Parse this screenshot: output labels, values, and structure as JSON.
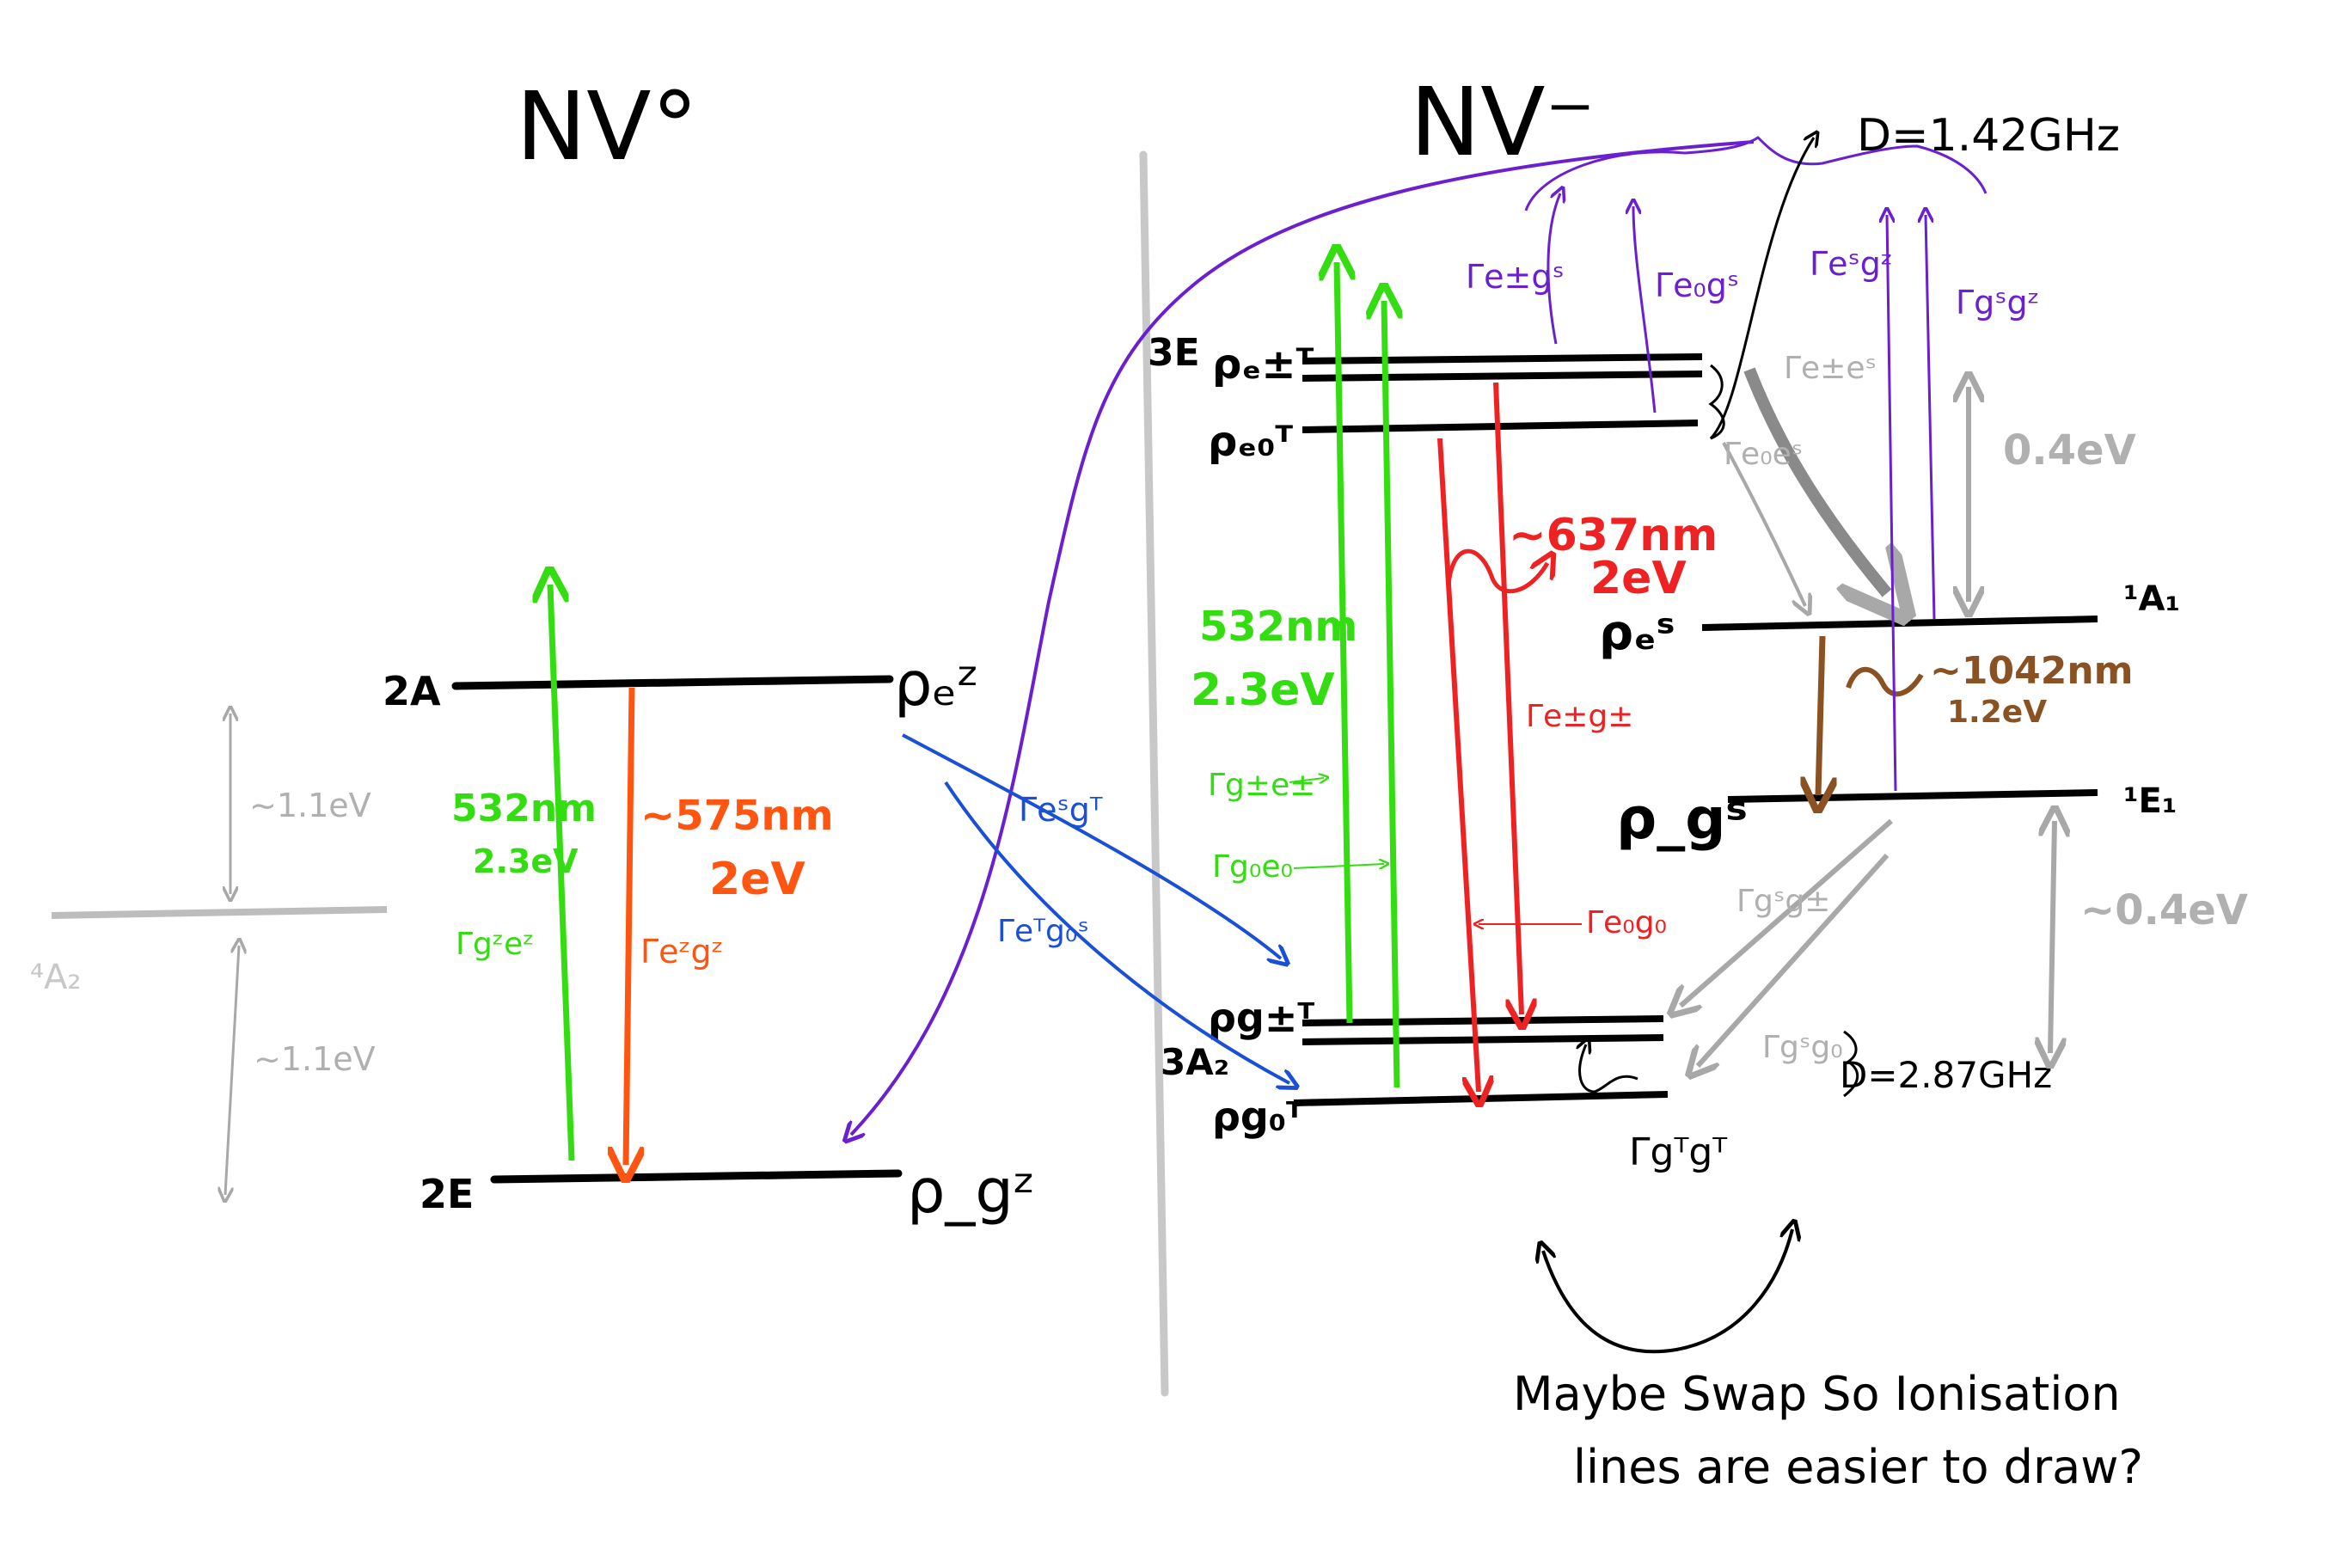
{
  "nv0": {
    "title": "NV°",
    "level_upper_label": "2A",
    "level_lower_label": "2E",
    "rho_upper": "ρₑᶻ",
    "rho_lower": "ρ_gᶻ",
    "green_label_1": "532nm",
    "green_label_2": "2.3eV",
    "green_rate": "Γgᶻeᶻ",
    "orange_label_1": "~575nm",
    "orange_label_2": "2eV",
    "orange_rate": "Γeᶻgᶻ",
    "grey_quartet": "⁴A₂",
    "grey_upper_gap": "~1.1eV",
    "grey_lower_gap": "~1.1eV"
  },
  "nvm": {
    "title": "NV⁻",
    "d_upper": "D=1.42GHz",
    "d_lower": "D=2.87GHz",
    "e3_label": "3E",
    "rho_e_pm": "ρₑ±ᵀ",
    "rho_e0": "ρₑ₀ᵀ",
    "a2_label": "3A₂",
    "rho_g_pm": "ρg±ᵀ",
    "rho_g0": "ρg₀ᵀ",
    "rho_es": "ρₑˢ",
    "rho_gs": "ρ_gˢ",
    "a1_label": "¹A₁",
    "e1_label": "¹E₁",
    "green_label_1": "532nm",
    "green_label_2": "2.3eV",
    "green_rate_pm": "Γg±e±",
    "green_rate_0": "Γg₀e₀",
    "red_label_1": "~637nm",
    "red_label_2": "2eV",
    "red_rate_pm": "Γe±g±",
    "red_rate_0": "Γe₀g₀",
    "ir_label_1": "~1042nm",
    "ir_label_2": "1.2eV",
    "purple_rate_1": "Γe±gˢ",
    "purple_rate_2": "Γe₀gˢ",
    "purple_rate_3": "Γeˢgᶻ",
    "purple_rate_4": "Γgˢgᶻ",
    "grey_rate_1": "Γe±eˢ",
    "grey_rate_2": "Γe₀eˢ",
    "grey_rate_3": "Γgˢg±",
    "grey_rate_4": "Γgˢg₀",
    "grey_gap_1": "0.4eV",
    "grey_gap_2": "~0.4eV",
    "blue_rate_1": "Γeˢgᵀ",
    "blue_rate_2": "Γeᵀg₀ˢ",
    "ggt_rate": "Γgᵀgᵀ"
  },
  "note": {
    "line1": "Maybe Swap So Ionisation",
    "line2": "lines are easier to draw?"
  },
  "colors": {
    "black": "#000000",
    "green": "#33dd11",
    "orange": "#ff5511",
    "red": "#ee2222",
    "purple": "#6a1fd0",
    "blue": "#1a4fd8",
    "grey": "#a8a8a8",
    "brown": "#8a5222"
  }
}
